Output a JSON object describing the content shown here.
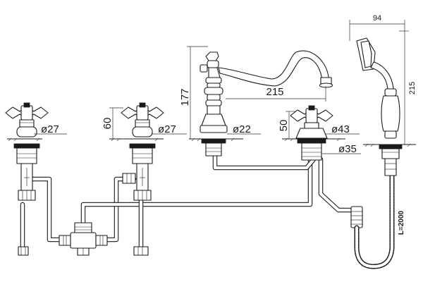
{
  "dimensions": {
    "height_total": "177",
    "spout_reach": "215",
    "tap_height": "60",
    "valve_height": "50",
    "handshower_width": "94",
    "handshower_height": "215",
    "hose_length": "L=2000"
  },
  "diameters": {
    "left_tap": "ø27",
    "middle_tap": "ø27",
    "spout_base": "ø22",
    "diverter": "ø43",
    "handshower_holder": "ø35"
  }
}
